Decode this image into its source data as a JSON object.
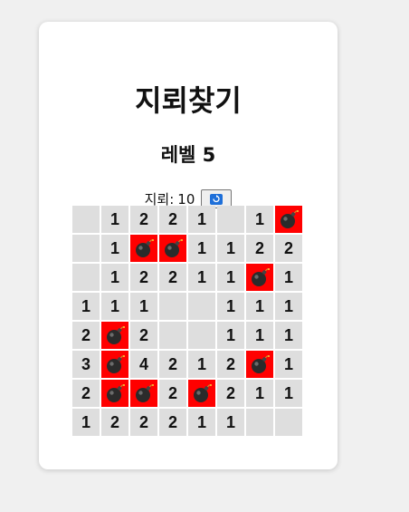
{
  "title": "지뢰찾기",
  "level_label": "레벨 5",
  "mine_counter": {
    "label": "지뢰:",
    "value": "10"
  },
  "reset_button": {
    "icon": "refresh-icon"
  },
  "colors": {
    "mine_bg": "#ff0000",
    "cell_bg": "#dedede",
    "reset_icon": "#1e6fd9"
  },
  "board": {
    "rows": 8,
    "cols": 8,
    "cells": [
      [
        "",
        "1",
        "2",
        "2",
        "1",
        "",
        "1",
        "*"
      ],
      [
        "",
        "1",
        "*",
        "*",
        "1",
        "1",
        "2",
        "2"
      ],
      [
        "",
        "1",
        "2",
        "2",
        "1",
        "1",
        "*",
        "1"
      ],
      [
        "1",
        "1",
        "1",
        "",
        "",
        "1",
        "1",
        "1"
      ],
      [
        "2",
        "*",
        "2",
        "",
        "",
        "1",
        "1",
        "1"
      ],
      [
        "3",
        "*",
        "4",
        "2",
        "1",
        "2",
        "*",
        "1"
      ],
      [
        "2",
        "*",
        "*",
        "2",
        "*",
        "2",
        "1",
        "1"
      ],
      [
        "1",
        "2",
        "2",
        "2",
        "1",
        "1",
        "",
        ""
      ]
    ]
  }
}
